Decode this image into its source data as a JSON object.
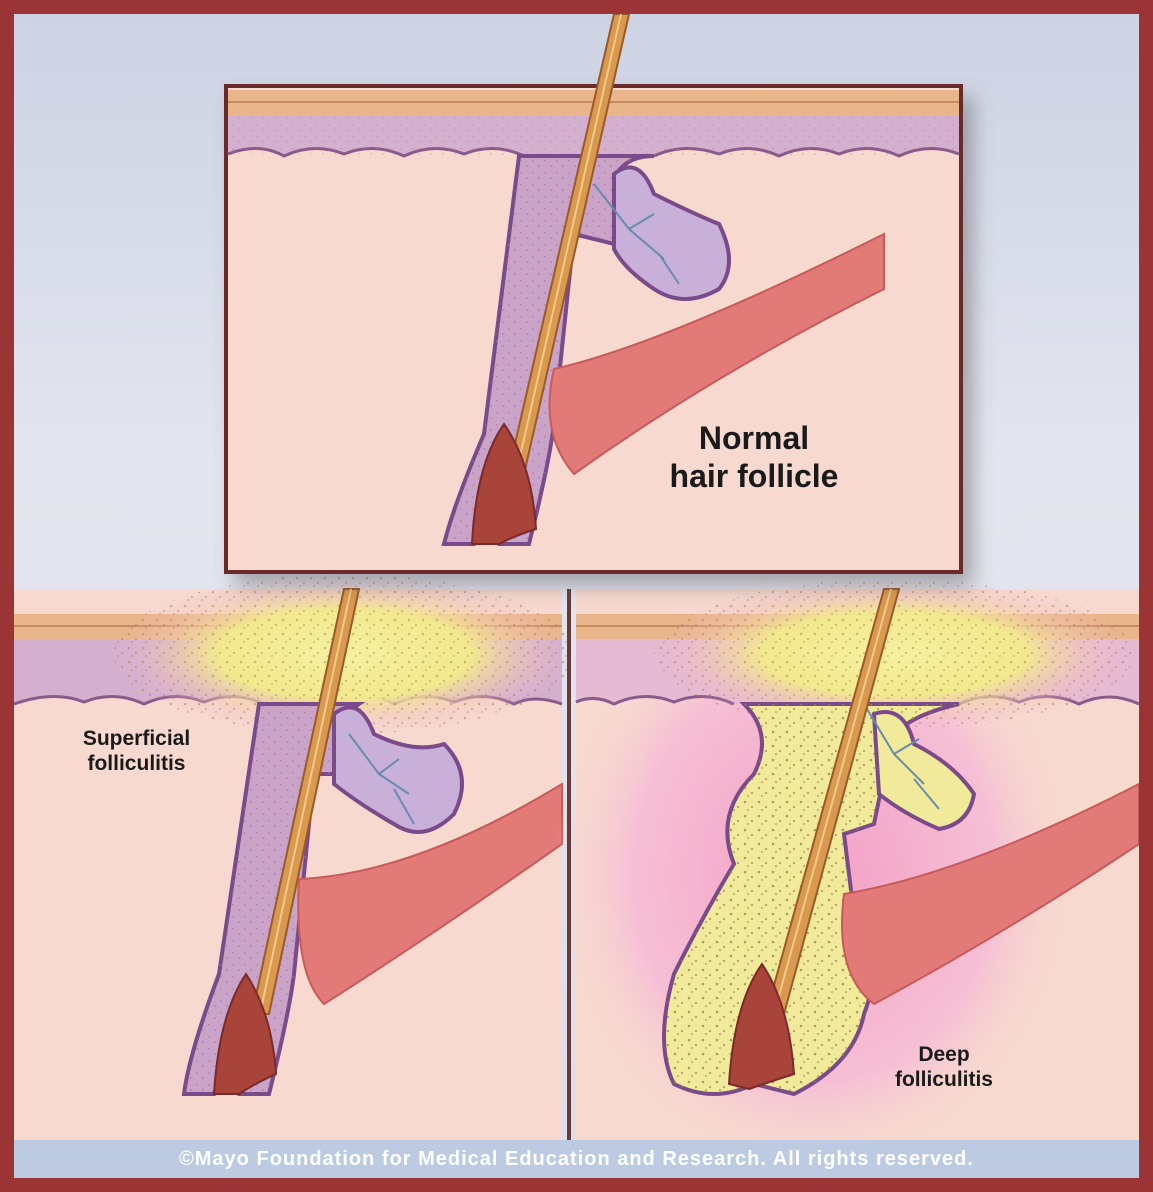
{
  "panels": {
    "normal": {
      "label_line1": "Normal",
      "label_line2": "hair follicle"
    },
    "superficial": {
      "label_line1": "Superficial",
      "label_line2": "folliculitis"
    },
    "deep": {
      "label_line1": "Deep",
      "label_line2": "folliculitis"
    }
  },
  "copyright": "©Mayo Foundation for Medical Education and Research.  All rights reserved.",
  "colors": {
    "frame": "#9b3434",
    "skin_dermis": "#f7d9cf",
    "epidermis": "#e9b58a",
    "follicle_sheath": "#c9a3c8",
    "inflammation": "#f2a6c7",
    "pus": "#f0ea9a",
    "muscle": "#e27a78",
    "copyright_bar": "#bccbe1"
  }
}
